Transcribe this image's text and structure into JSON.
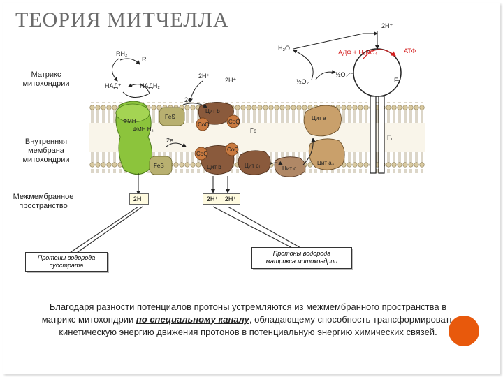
{
  "title": "ТЕОРИЯ МИТЧЕЛЛА",
  "side_labels": {
    "matrix": [
      "Матрикс",
      "митохондрии"
    ],
    "inner_membrane": [
      "Внутренняя",
      "мембрана",
      "митохондрии"
    ],
    "intermembrane": [
      "Межмембранное",
      "пространство"
    ]
  },
  "diagram_labels": {
    "rh2": "RH₂",
    "r": "R",
    "nad": "НАД⁺",
    "nadh": "НАДН₂",
    "twoH_1": "2H⁺",
    "twoH_2": "2H⁺",
    "h2o": "H₂O",
    "half_o2": "½O₂",
    "half_o2_ion": "½O₂²⁻",
    "adp": "АДФ + H₃PO₄",
    "atp": "АТФ",
    "twoH_top": "2H⁺",
    "f1": "F₁",
    "f0": "F₀",
    "two_e_1": "2e",
    "two_e_2": "2e",
    "fmn": "ФМН",
    "fmnh": "ФМН H₂",
    "fes_1": "FeS",
    "fes_2": "FeS",
    "cyt_b_1": "Цит b",
    "cyt_b_2": "Цит b",
    "cyt_c1": "Цит c₁",
    "cyt_c": "Цит c",
    "cyt_a": "Цит a",
    "cyt_a3": "Цит a₃",
    "coq_1": "CoQ",
    "coq_2": "CoQ",
    "coq_3": "CoQ",
    "coq_4": "CoQ",
    "fe": "Fe",
    "twoH_box1": "2H⁺",
    "twoH_box2": "2H⁺",
    "twoH_box3": "2H⁺"
  },
  "callouts": {
    "substrate": [
      "Протоны водорода",
      "субстрата"
    ],
    "matrix": [
      "Протоны водорода",
      "матрикса митохондрии"
    ]
  },
  "caption": {
    "before": "Благодаря разности потенциалов протоны устремляются из межмембранного пространства в матрикс митохондрии ",
    "emph": "по специальному каналу",
    "after": ", обладающему способность трансформировать кинетическую энергию движения протонов в потенциальную энергию химических связей."
  },
  "colors": {
    "accent": "#e8590c",
    "red_text": "#d42020",
    "green_complex": "#8cc43c",
    "brown_complex": "#8a5a3c",
    "tan_complex": "#c9a06b"
  }
}
